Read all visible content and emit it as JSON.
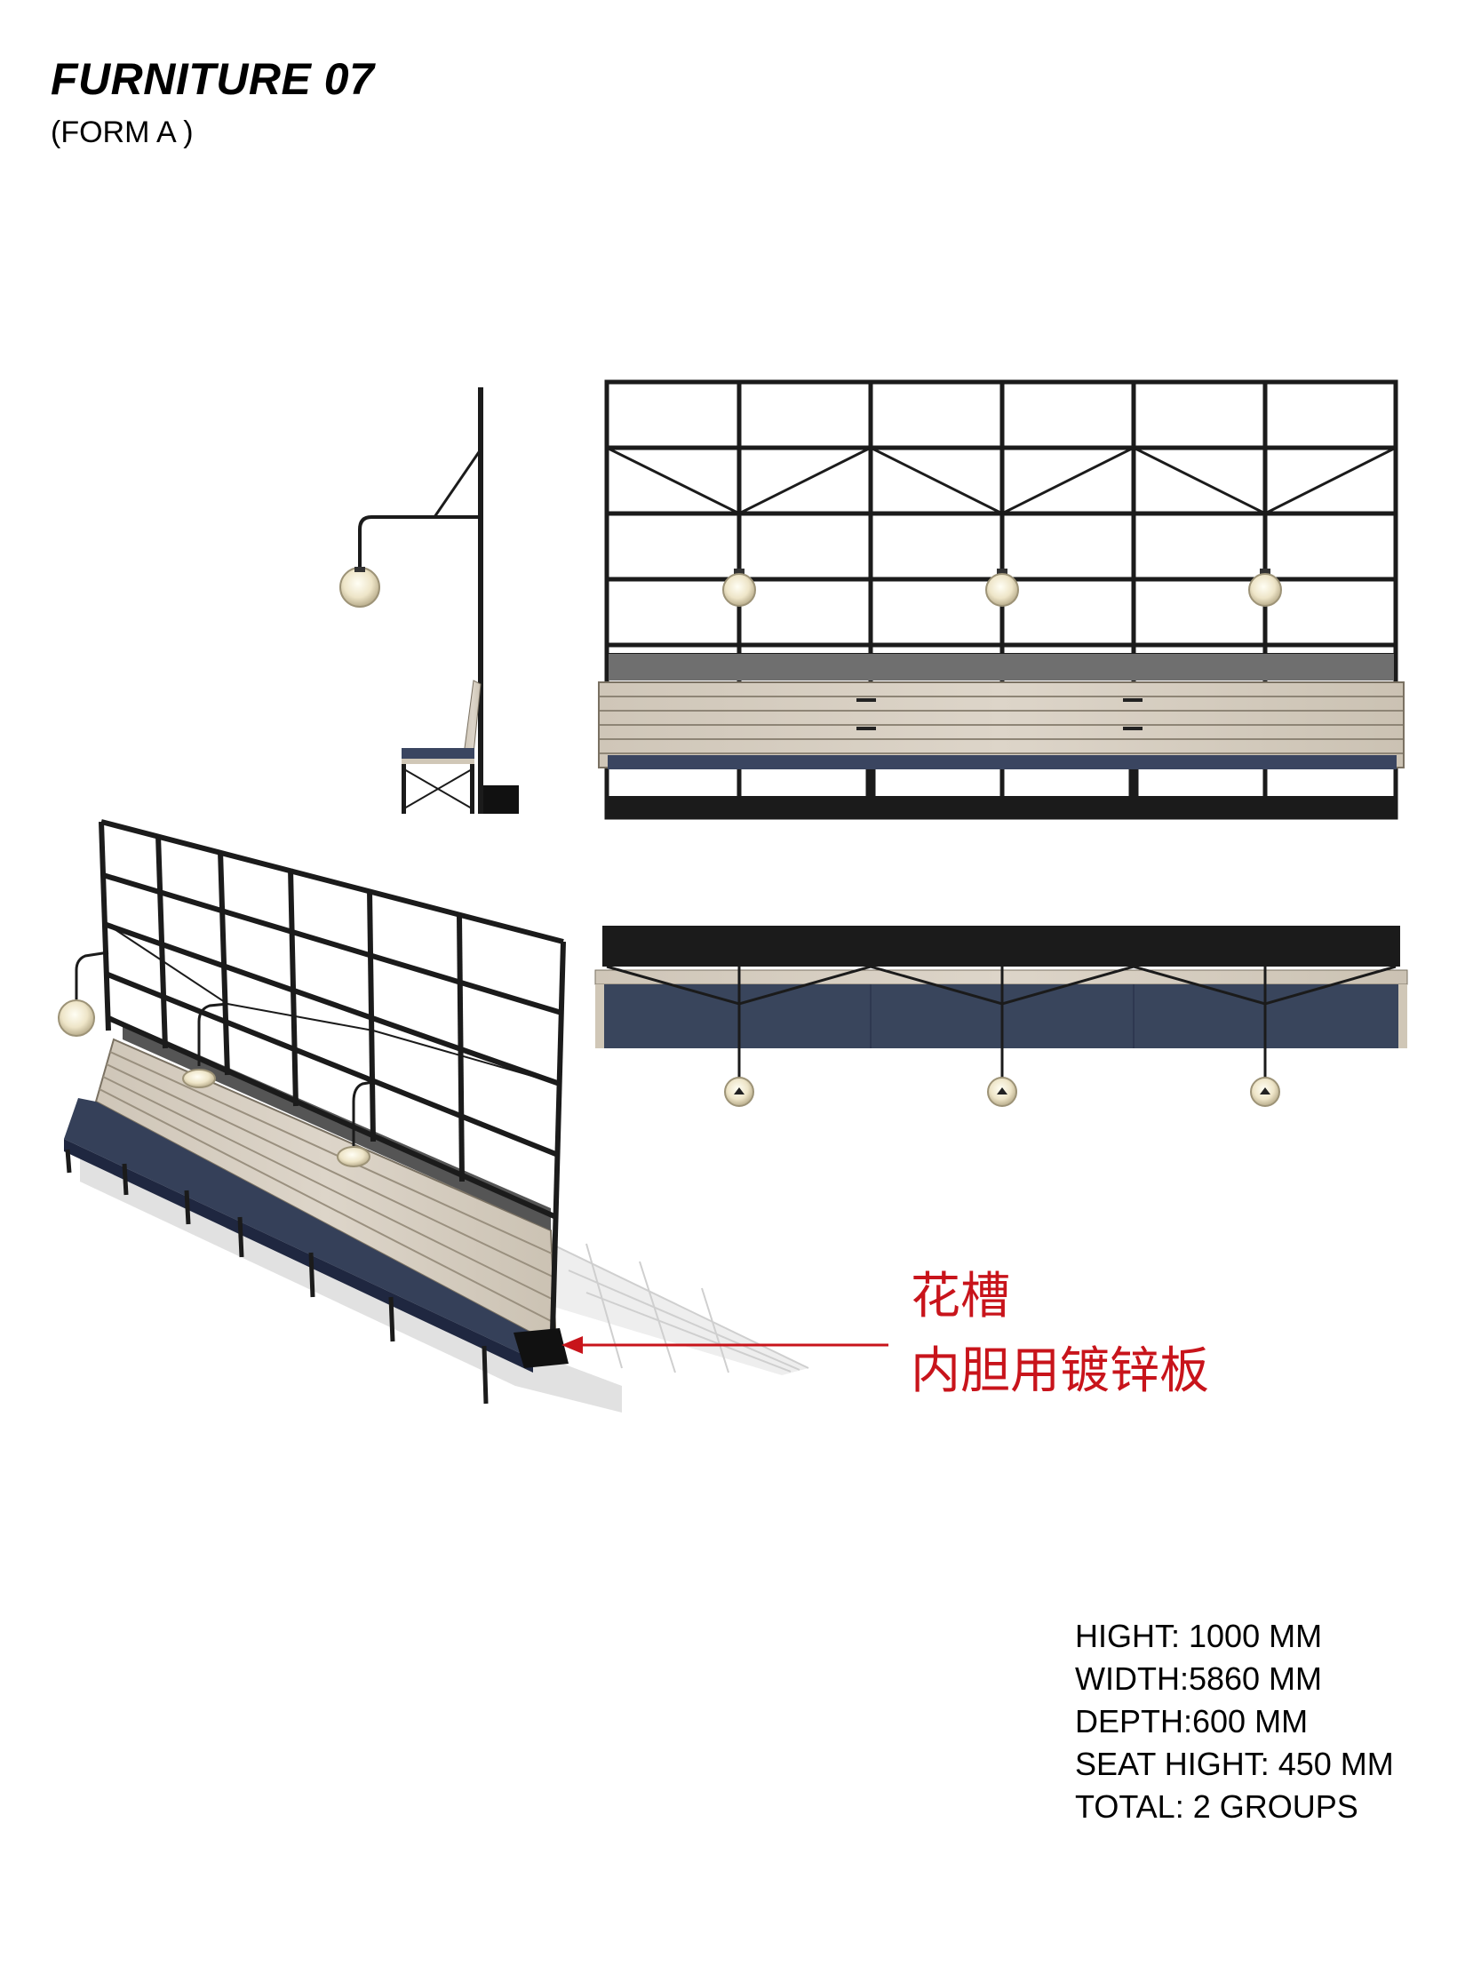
{
  "header": {
    "title": "FURNITURE 07",
    "subtitle": "(FORM A )"
  },
  "annotation": {
    "line1": "花槽",
    "line2": "内胆用镀锌板"
  },
  "specs": [
    "HIGHT: 1000 MM",
    "WIDTH:5860 MM",
    "DEPTH:600 MM",
    "SEAT HIGHT: 450 MM",
    "TOTAL: 2 GROUPS"
  ],
  "colors": {
    "frame": "#1b1b1b",
    "wood": "#d7cfc2",
    "cushion": "#344058",
    "annotation": "#c8141b"
  }
}
